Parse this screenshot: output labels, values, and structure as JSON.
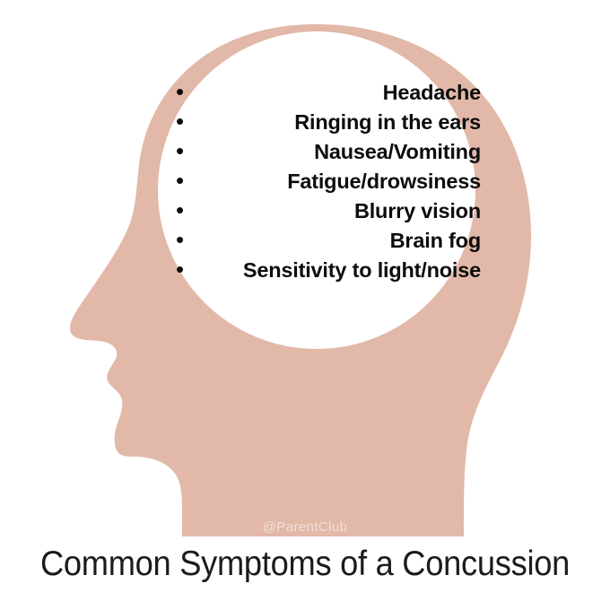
{
  "figure": {
    "title": "Common Symptoms of a Concussion",
    "watermark": "@ParentClub",
    "colors": {
      "skin": "#e2b8a8",
      "brain_area": "#ffffff",
      "text": "#0d0d0d",
      "title_text": "#1b1b1b",
      "background": "#ffffff",
      "watermark_text": "#ecd0c4"
    },
    "illustration": {
      "subject": "head-profile-silhouette",
      "facing": "left",
      "inner_shape": "circle"
    }
  },
  "symptoms": [
    {
      "bullet": "•",
      "label": "Headache"
    },
    {
      "bullet": "•",
      "label": "Ringing in the ears"
    },
    {
      "bullet": "•",
      "label": "Nausea/Vomiting"
    },
    {
      "bullet": "•",
      "label": "Fatigue/drowsiness"
    },
    {
      "bullet": "•",
      "label": "Blurry vision"
    },
    {
      "bullet": "•",
      "label": "Brain fog"
    },
    {
      "bullet": "•",
      "label": "Sensitivity to light/noise"
    }
  ]
}
